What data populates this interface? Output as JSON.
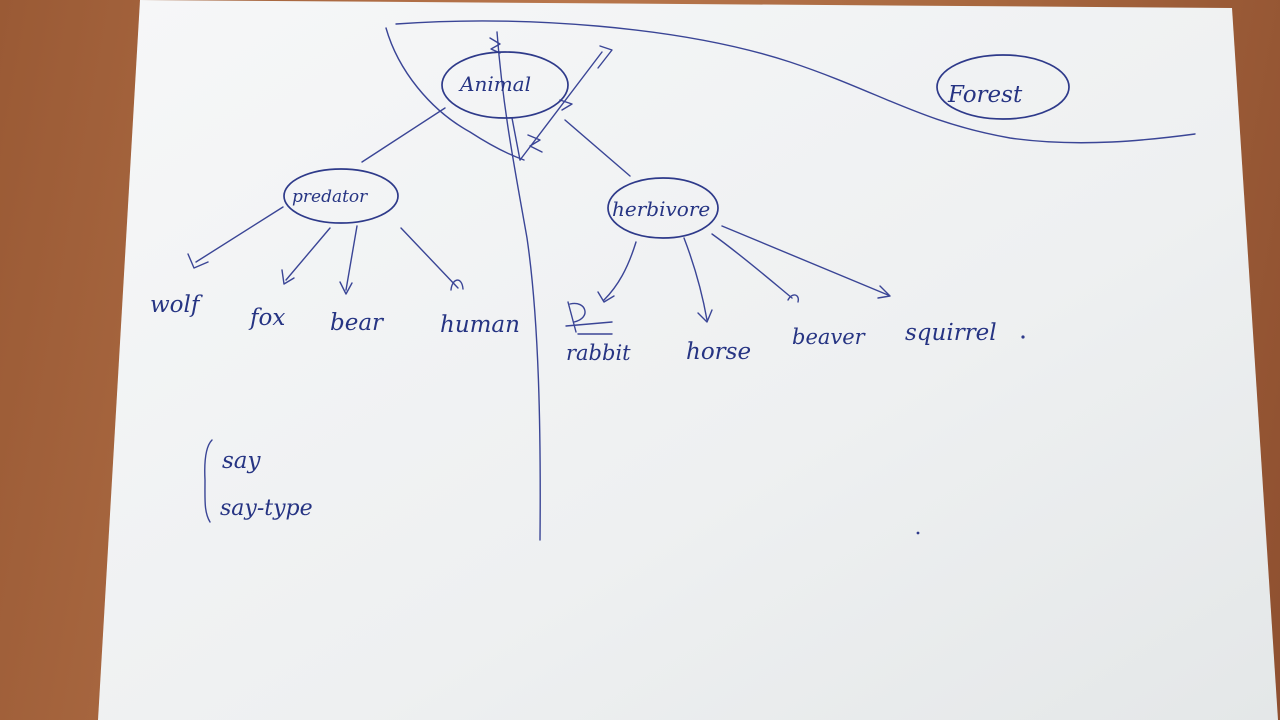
{
  "diagram": {
    "root": {
      "label": "Animal"
    },
    "region_label": "Forest",
    "categories": [
      {
        "label": "predator",
        "children": [
          "wolf",
          "fox",
          "bear",
          "human"
        ]
      },
      {
        "label": "herbivore",
        "children": [
          "rabbit",
          "horse",
          "beaver",
          "squirrel"
        ]
      }
    ],
    "notes": [
      "say",
      "say-type"
    ]
  },
  "colors": {
    "ink": "#2e3a8a",
    "paper": "#f1f3f4",
    "desk": "#b06e44"
  }
}
